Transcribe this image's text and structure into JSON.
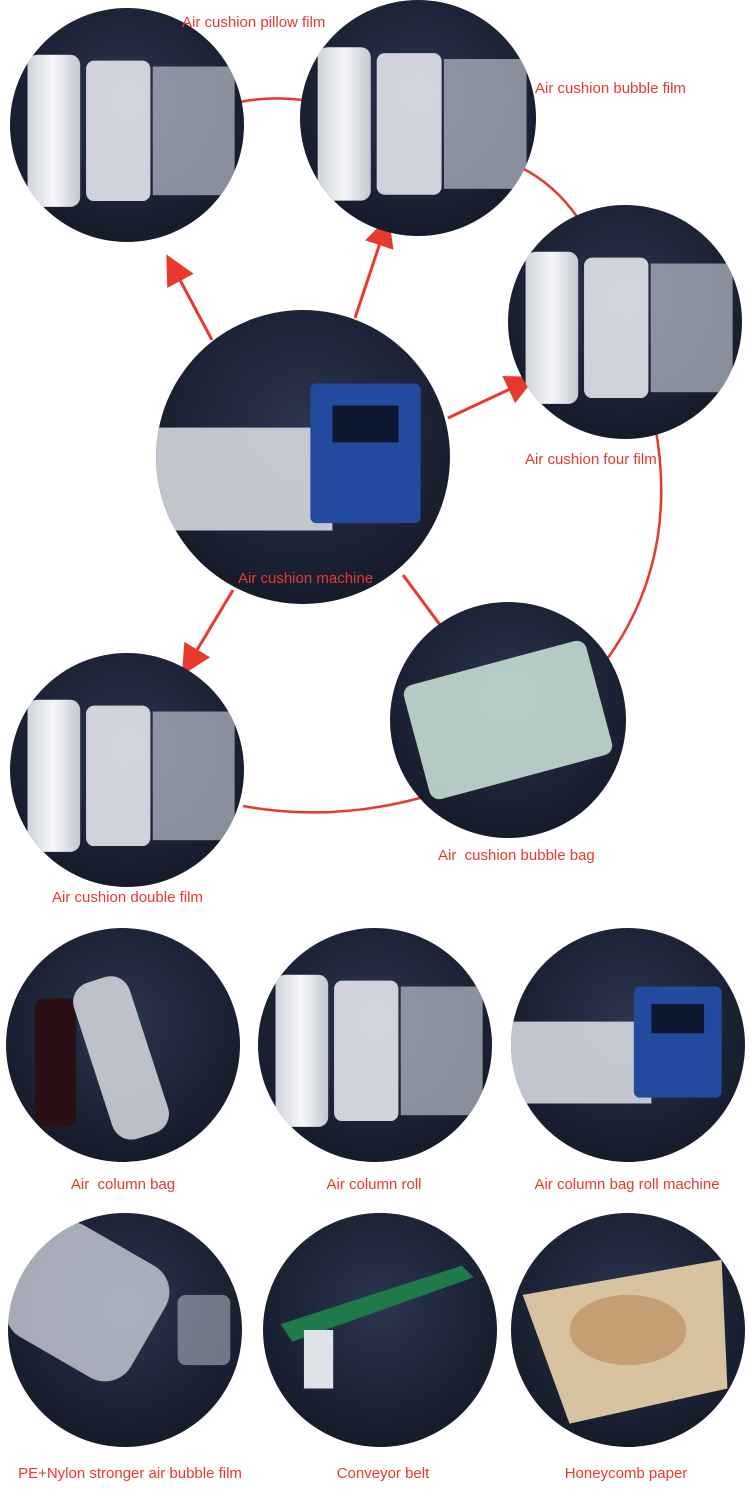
{
  "colors": {
    "accent": "#e8392c",
    "circle_bg": "#1f2638"
  },
  "diagram": {
    "center": {
      "label": "Air cushion machine"
    },
    "products": [
      {
        "label": "Air cushion pillow film"
      },
      {
        "label": "Air cushion bubble film"
      },
      {
        "label": "Air cushion four film"
      },
      {
        "label": "Air  cushion bubble bag"
      },
      {
        "label": "Air cushion double film"
      }
    ]
  },
  "grid": [
    {
      "label": "Air  column bag"
    },
    {
      "label": "Air column roll"
    },
    {
      "label": "Air column bag roll machine"
    },
    {
      "label": "PE+Nylon stronger air bubble film"
    },
    {
      "label": "Conveyor belt"
    },
    {
      "label": "Honeycomb paper"
    }
  ]
}
